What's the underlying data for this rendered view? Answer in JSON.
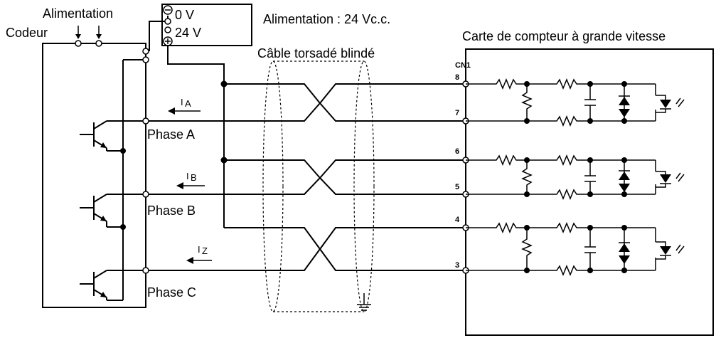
{
  "labels": {
    "encoder": "Codeur",
    "encoder_supply": "Alimentation",
    "power_supply": "Alimentation : 24 Vc.c.",
    "v0": "0 V",
    "v24": "24 V",
    "cable": "Câble torsadé blindé",
    "board": "Carte de compteur à grande vitesse",
    "connector": "CN1"
  },
  "channels": [
    {
      "phase": "Phase A",
      "current": "I",
      "current_sub": "A",
      "pin_top": "8",
      "pin_bottom": "7"
    },
    {
      "phase": "Phase B",
      "current": "I",
      "current_sub": "B",
      "pin_top": "6",
      "pin_bottom": "5"
    },
    {
      "phase": "Phase C",
      "current": "I",
      "current_sub": "Z",
      "pin_top": "4",
      "pin_bottom": "3"
    }
  ],
  "icons": [
    "npn-transistor-icon",
    "resistor-icon",
    "capacitor-icon",
    "diode-icon",
    "optocoupler-icon",
    "ground-icon",
    "minus-icon",
    "plus-icon"
  ]
}
